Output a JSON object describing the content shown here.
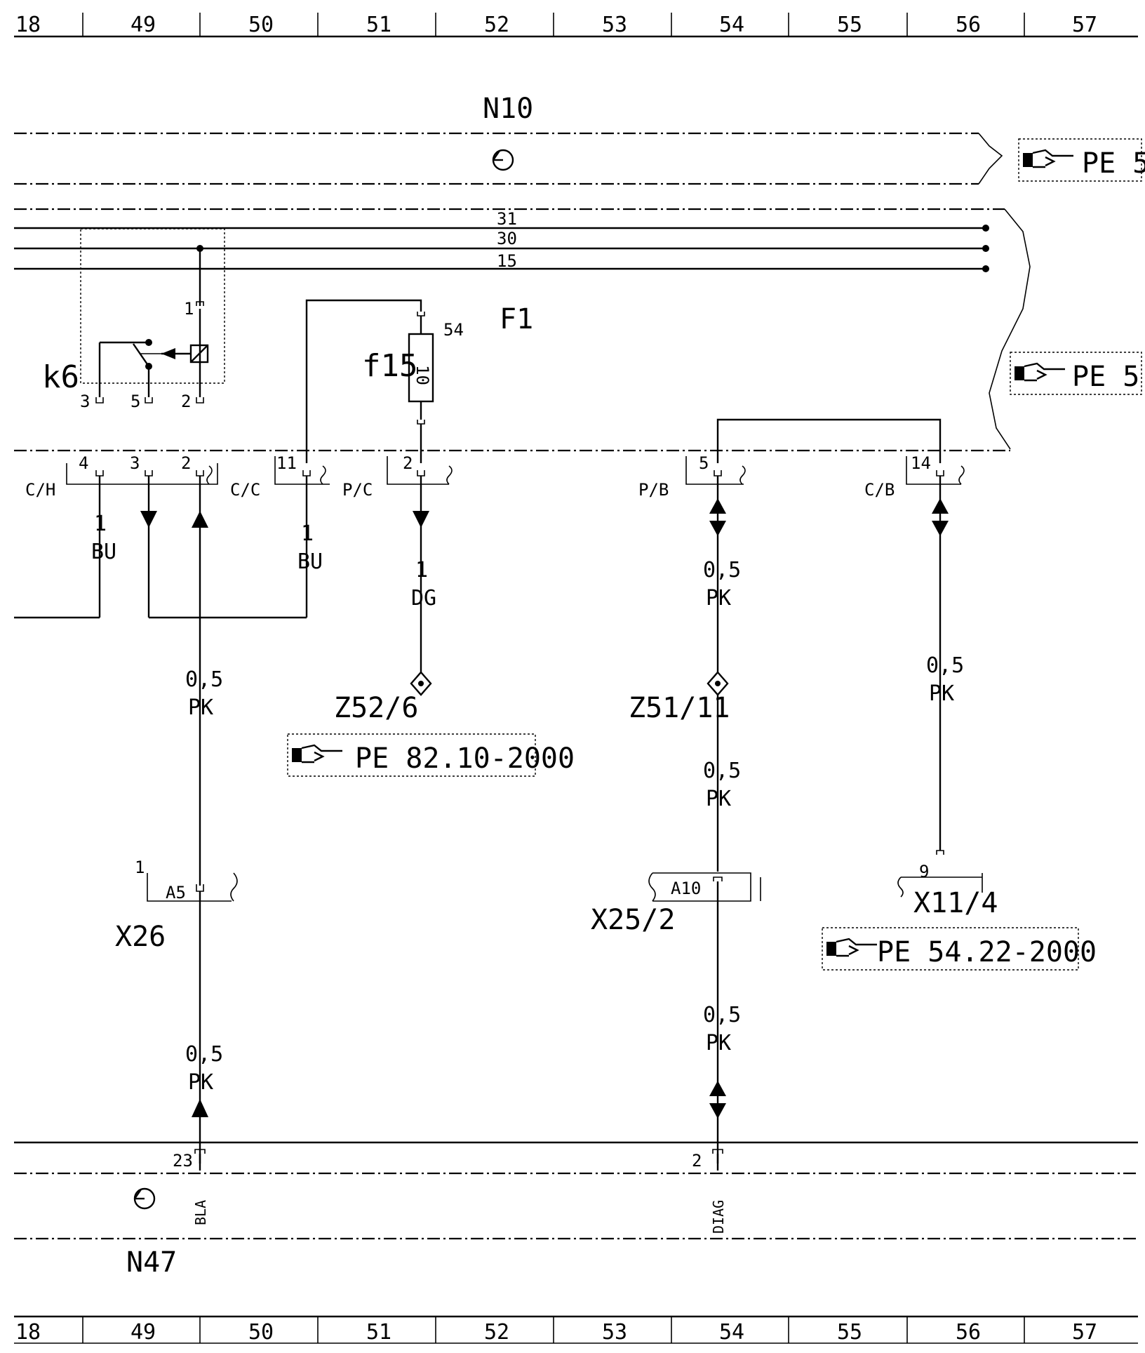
{
  "grid": {
    "columns": [
      "18",
      "49",
      "50",
      "51",
      "52",
      "53",
      "54",
      "55",
      "56",
      "57"
    ]
  },
  "components": {
    "n10": "N10",
    "n47": "N47",
    "f1": "F1",
    "k6": "k6",
    "f15": "f15",
    "f15_rating": "10",
    "f15_pin": "54",
    "x26": "X26",
    "x26_pin": "1",
    "x26_block": "A5",
    "x25_2": "X25/2",
    "x25_2_block": "A10",
    "x11_4": "X11/4",
    "x11_4_pin": "9",
    "z52_6": "Z52/6",
    "z51_11": "Z51/11"
  },
  "bus_lines": [
    "31",
    "30",
    "15"
  ],
  "k6_pins": {
    "top": "1",
    "p3": "3",
    "p5": "5",
    "p2": "2"
  },
  "f1_connectors": {
    "ch": "C/H",
    "ch_pin": "4",
    "cc": "C/C",
    "cc_pin3": "3",
    "cc_pin2": "2",
    "pc": "P/C",
    "pc_pin11": "11",
    "pc_pin2": "2",
    "pb": "P/B",
    "pb_pin": "5",
    "cb": "C/B",
    "cb_pin": "14"
  },
  "wires": {
    "bu_left": {
      "size": "1",
      "color": "BU"
    },
    "bu_right": {
      "size": "1",
      "color": "BU"
    },
    "dg": {
      "size": "1",
      "color": "DG"
    },
    "pk_a": {
      "size": "0,5",
      "color": "PK"
    },
    "pk_b": {
      "size": "0,5",
      "color": "PK"
    },
    "pk_c": {
      "size": "0,5",
      "color": "PK"
    },
    "pk_d": {
      "size": "0,5",
      "color": "PK"
    },
    "pk_e": {
      "size": "0,5",
      "color": "PK"
    },
    "pk_f": {
      "size": "0,5",
      "color": "PK"
    }
  },
  "references": {
    "top": "PE 5",
    "mid": "PE 5",
    "z52": "PE 82.10-2000",
    "x11": "PE 54.22-2000"
  },
  "n47_pins": {
    "bla_pin": "23",
    "bla": "BLA",
    "diag_pin": "2",
    "diag": "DIAG"
  }
}
